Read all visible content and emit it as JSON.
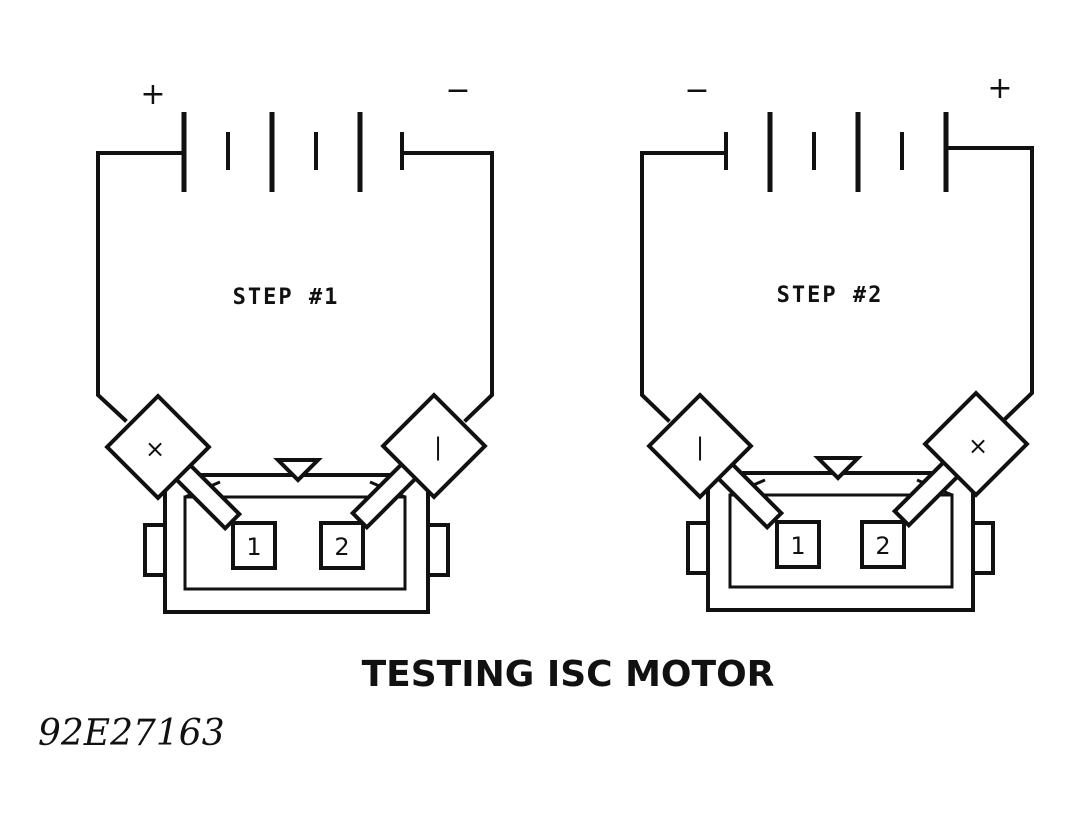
{
  "figure": {
    "caption": "TESTING ISC MOTOR",
    "figure_id": "92E27163"
  },
  "steps": [
    {
      "label": "STEP #1",
      "battery_left_sign": "+",
      "battery_right_sign": "−",
      "left_clip_sign": "×",
      "right_clip_sign": "|",
      "pin1": "1",
      "pin2": "2"
    },
    {
      "label": "STEP #2",
      "battery_left_sign": "−",
      "battery_right_sign": "+",
      "left_clip_sign": "|",
      "right_clip_sign": "×",
      "pin1": "1",
      "pin2": "2"
    }
  ]
}
